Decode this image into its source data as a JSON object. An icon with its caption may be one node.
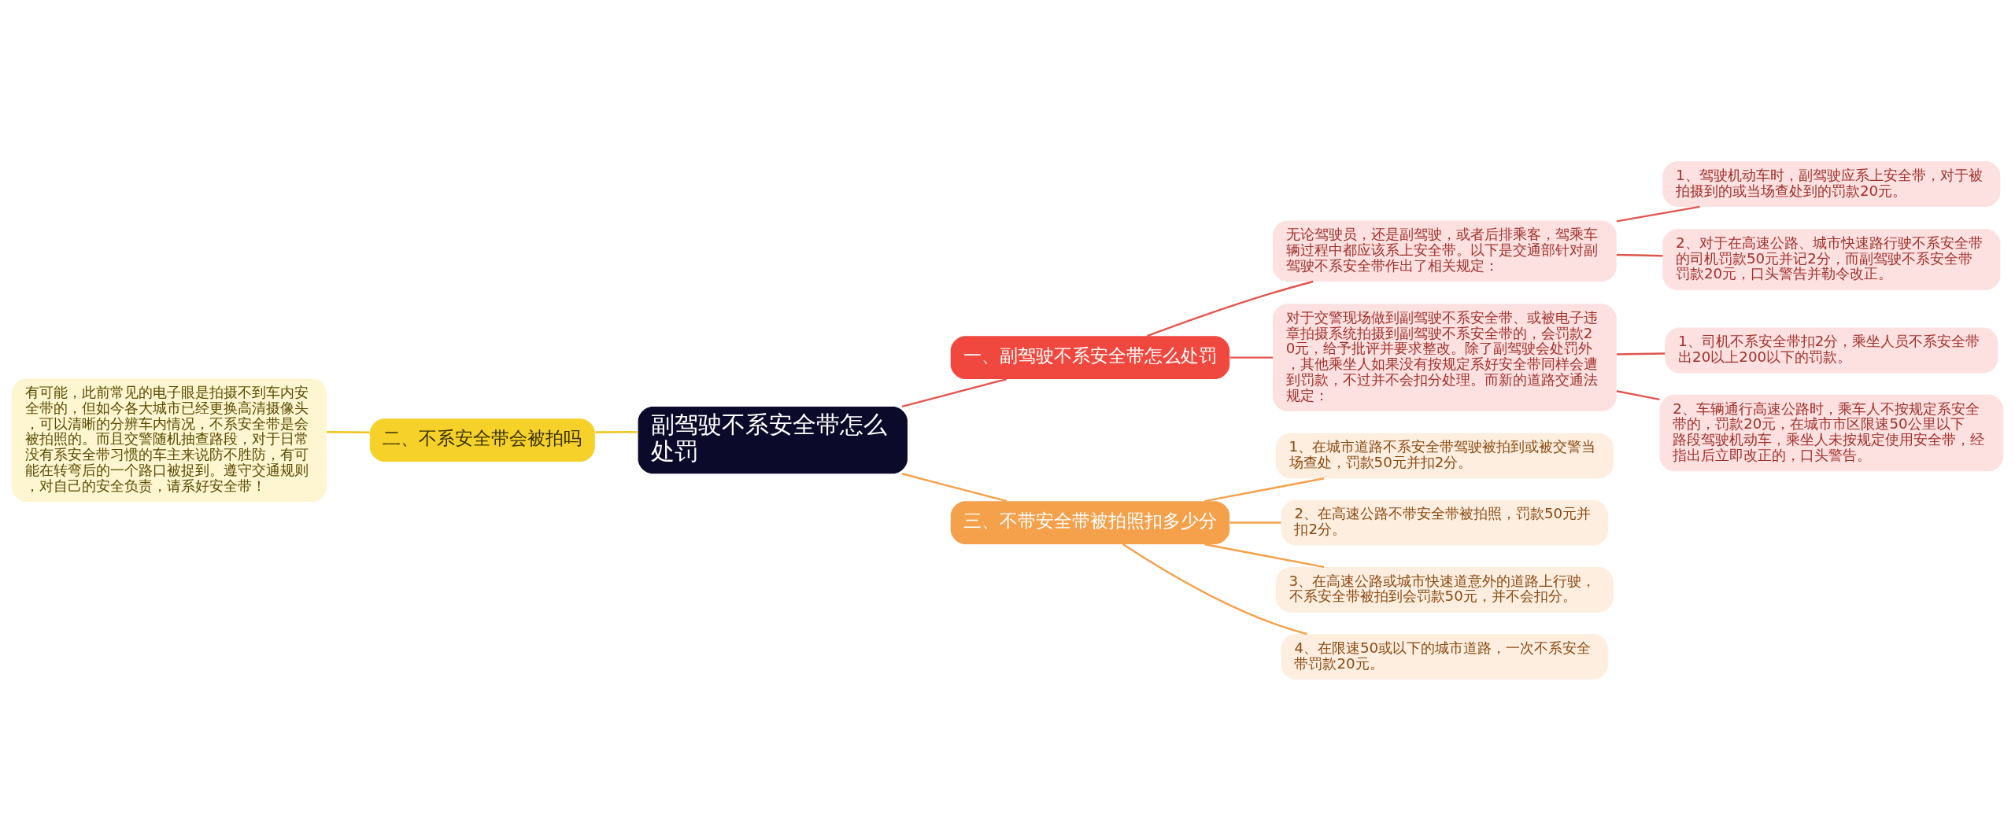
{
  "diagram": {
    "nodes": [
      {
        "text": [
          "副驾驶不系安全带怎么处罚"
        ]
      },
      {
        "text": [
          "一、副驾驶不系安全带怎么处罚"
        ]
      },
      {
        "text": [
          "无论驾驶员，还是副驾驶，或者后排乘客，驾乘车辆过程中都应该系上安全带。以下是交通部针对副驾驶不系安全带作出了相关规定："
        ]
      },
      {
        "text": [
          "1、驾驶机动车时，副驾驶应系上安全带，对于被拍摄到的或当场查处到的罚款20元。"
        ]
      },
      {
        "text": [
          "2、对于在高速公路、城市快速路行驶不系安全带的司机罚款50元并记2分，而副驾驶不系安全带罚款20元，口头警告并勒令改正。"
        ]
      },
      {
        "text": [
          "对于交警现场做到副驾驶不系安全带、或被电子违章拍摄系统拍摄到副驾驶不系安全带的，会罚款20元，给予批评并要求整改。除了副驾驶会处罚外，其他乘坐人如果没有按规定系好安全带同样会遭到罚款，不过并不会扣分处理。而新的道路交通法规定："
        ]
      },
      {
        "text": [
          "1、司机不系安全带扣2分，乘坐人员不系安全带出20以上200以下的罚款。"
        ]
      },
      {
        "text": [
          "2、车辆通行高速公路时，乘车人不按规定系安全带的，罚款20元，在城市市区限速50公里以下路段驾驶机动车，乘坐人未按规定使用安全带，经指出后立即改正的，口头警告。"
        ]
      },
      {
        "text": [
          "二、不系安全带会被拍吗"
        ]
      },
      {
        "text": [
          "有可能，此前常见的电子眼是拍摄不到车内安全带的，但如今各大城市已经更换高清摄像头，可以清晰的分辨车内情况，不系安全带是会被拍照的。而且交警随机抽查路段，对于日常没有系安全带习惯的车主来说防不胜防，有可能在转弯后的一个路口被捉到。遵守交通规则，对自己的安全负责，请系好安全带！"
        ]
      },
      {
        "text": [
          "三、不带安全带被拍照扣多少分"
        ]
      },
      {
        "text": [
          "1、在城市道路不系安全带驾驶被拍到或被交警当场查处，罚款50元并扣2分。"
        ]
      },
      {
        "text": [
          "2、在高速公路不带安全带被拍照，罚款50元并扣2分。"
        ]
      },
      {
        "text": [
          "3、在高速公路或城市快速道意外的道路上行驶，不系安全带被拍到会罚款50元，并不会扣分。"
        ]
      },
      {
        "text": [
          "4、在限速50或以下的城市道路，一次不系安全带罚款20元。"
        ]
      }
    ],
    "edges": [
      {
        "from": 0,
        "to": 1,
        "arrow": "none"
      },
      {
        "from": 1,
        "to": 2,
        "arrow": "none"
      },
      {
        "from": 2,
        "to": 3,
        "arrow": "none"
      },
      {
        "from": 2,
        "to": 4,
        "arrow": "none"
      },
      {
        "from": 1,
        "to": 5,
        "arrow": "none"
      },
      {
        "from": 5,
        "to": 6,
        "arrow": "none"
      },
      {
        "from": 5,
        "to": 7,
        "arrow": "none"
      },
      {
        "from": 0,
        "to": 8,
        "arrow": "none",
        "color": "#f0c419"
      },
      {
        "from": 8,
        "to": 9,
        "arrow": "none",
        "color": "#f0c419"
      },
      {
        "from": 0,
        "to": 10,
        "arrow": "none",
        "color": "#f5a04b"
      },
      {
        "from": 10,
        "to": 11,
        "arrow": "none",
        "color": "#f5a04b"
      },
      {
        "from": 10,
        "to": 12,
        "arrow": "none",
        "color": "#f5a04b"
      },
      {
        "from": 10,
        "to": 13,
        "arrow": "none",
        "color": "#f5a04b"
      },
      {
        "from": 10,
        "to": 14,
        "arrow": "none",
        "color": "#f5a04b"
      }
    ]
  }
}
